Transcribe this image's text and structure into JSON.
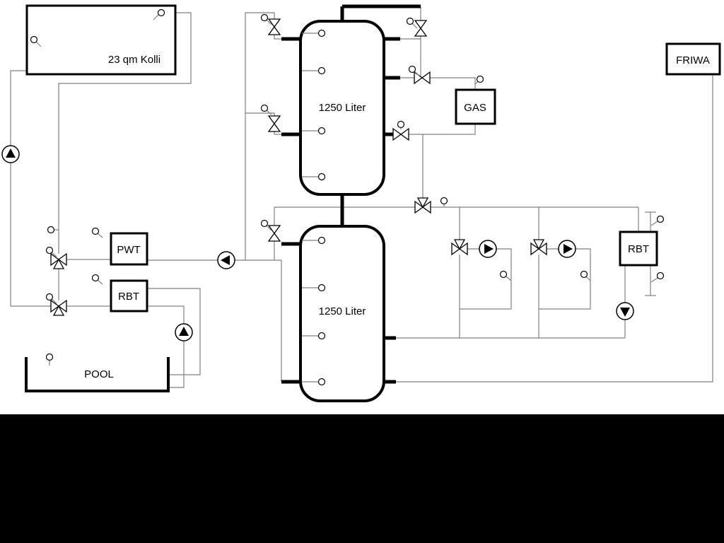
{
  "page": {
    "background": "#000000",
    "canvas_background": "#ffffff"
  },
  "diagram": {
    "type": "hydraulic-heating-scheme",
    "collector": {
      "label": "23 qm Kolli"
    },
    "tank_upper": {
      "label": "1250 Liter"
    },
    "tank_lower": {
      "label": "1250 Liter"
    },
    "gas": {
      "label": "GAS"
    },
    "friwa": {
      "label": "FRIWA"
    },
    "pwt": {
      "label": "PWT"
    },
    "rbt_left": {
      "label": "RBT"
    },
    "rbt_right": {
      "label": "RBT"
    },
    "pool": {
      "label": "POOL"
    },
    "colors": {
      "thin_line": "#808080",
      "pipe": "#000000",
      "symbol_fill": "#ffffff"
    }
  }
}
